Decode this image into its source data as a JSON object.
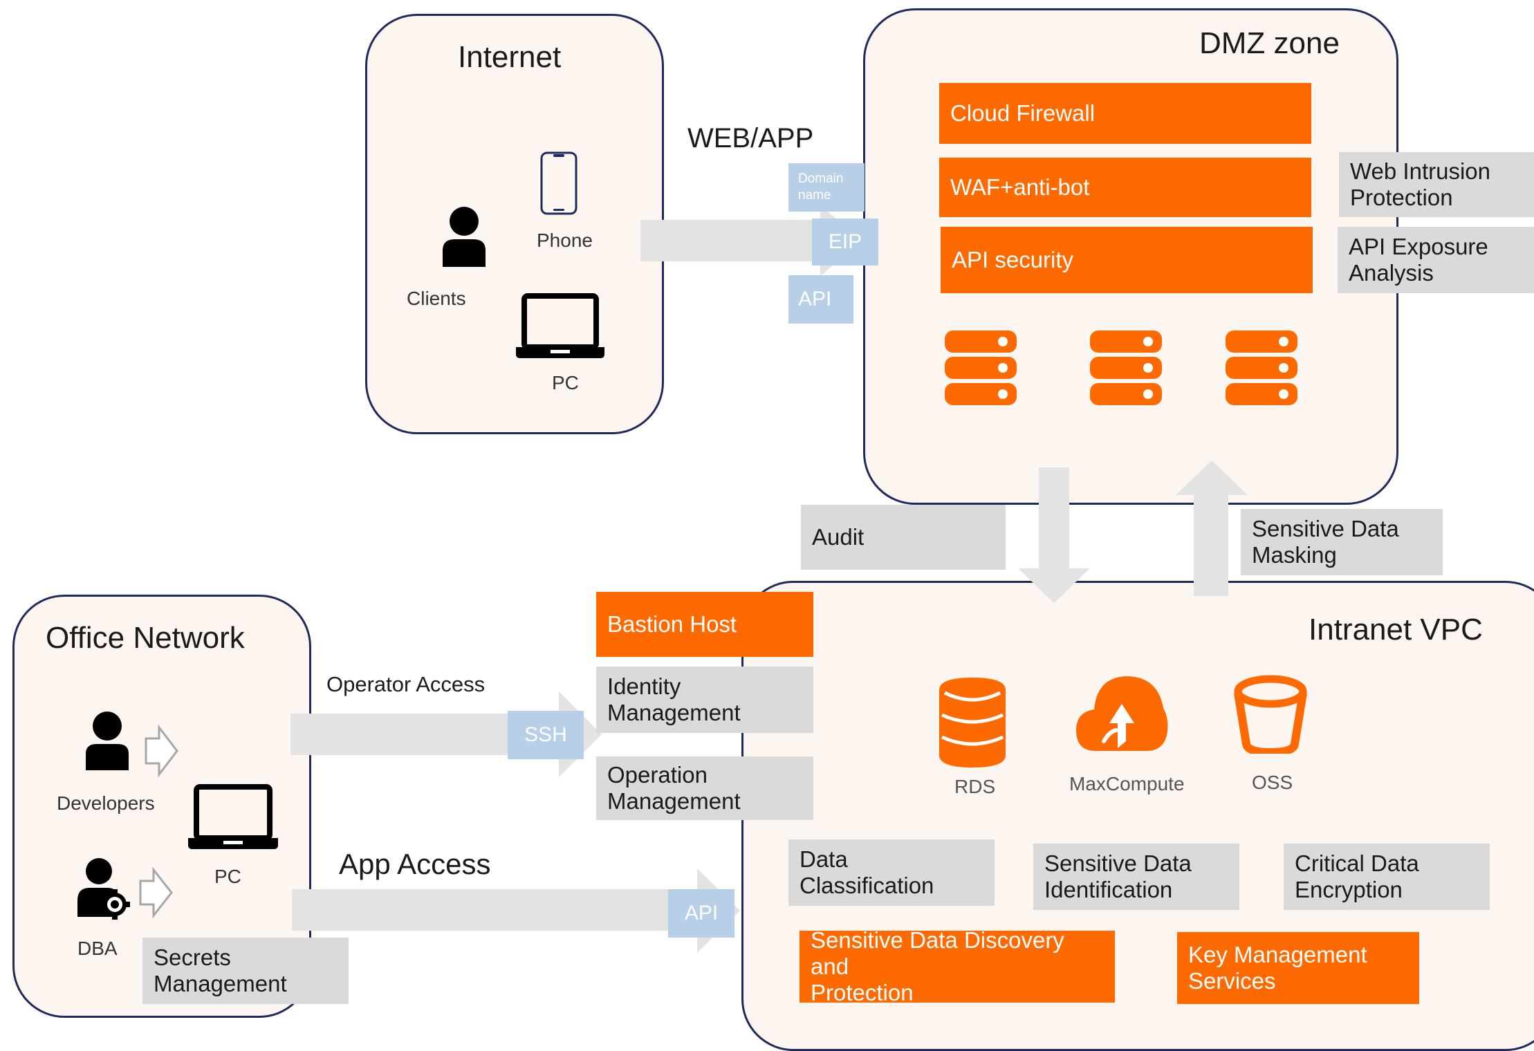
{
  "zones": {
    "internet": "Internet",
    "dmz": "DMZ zone",
    "office": "Office Network",
    "intranet": "Intranet VPC"
  },
  "internet": {
    "clients": "Clients",
    "phone": "Phone",
    "pc": "PC"
  },
  "web_app_label": "WEB/APP",
  "entry": {
    "domain_name": "Domain\nname",
    "eip": "EIP",
    "api": "API"
  },
  "dmz": {
    "cloud_firewall": "Cloud Firewall",
    "waf": "WAF+anti-bot",
    "api_security": "API security",
    "web_intrusion": "Web Intrusion\nProtection",
    "api_exposure": "API Exposure\nAnalysis"
  },
  "middle": {
    "audit": "Audit",
    "masking": "Sensitive Data\nMasking"
  },
  "office": {
    "developers": "Developers",
    "dba": "DBA",
    "pc": "PC",
    "secrets": "Secrets\nManagement"
  },
  "access": {
    "operator": "Operator Access",
    "ssh": "SSH",
    "app": "App Access",
    "api": "API"
  },
  "bastion": {
    "host": "Bastion Host",
    "identity": "Identity\nManagement",
    "operation": "Operation\nManagement"
  },
  "intranet": {
    "rds": "RDS",
    "maxcompute": "MaxCompute",
    "oss": "OSS",
    "classification": "Data Classification",
    "identification": "Sensitive Data\nIdentification",
    "encryption": "Critical Data\nEncryption",
    "discovery": "Sensitive Data Discovery and\nProtection",
    "kms": "Key Management\nServices"
  },
  "colors": {
    "orange": "#ff6a00",
    "zone_border": "#1f2a5c",
    "zone_fill": "#fcf5f0",
    "gray_box": "#dadada",
    "blue_box": "#b8cfe8"
  }
}
